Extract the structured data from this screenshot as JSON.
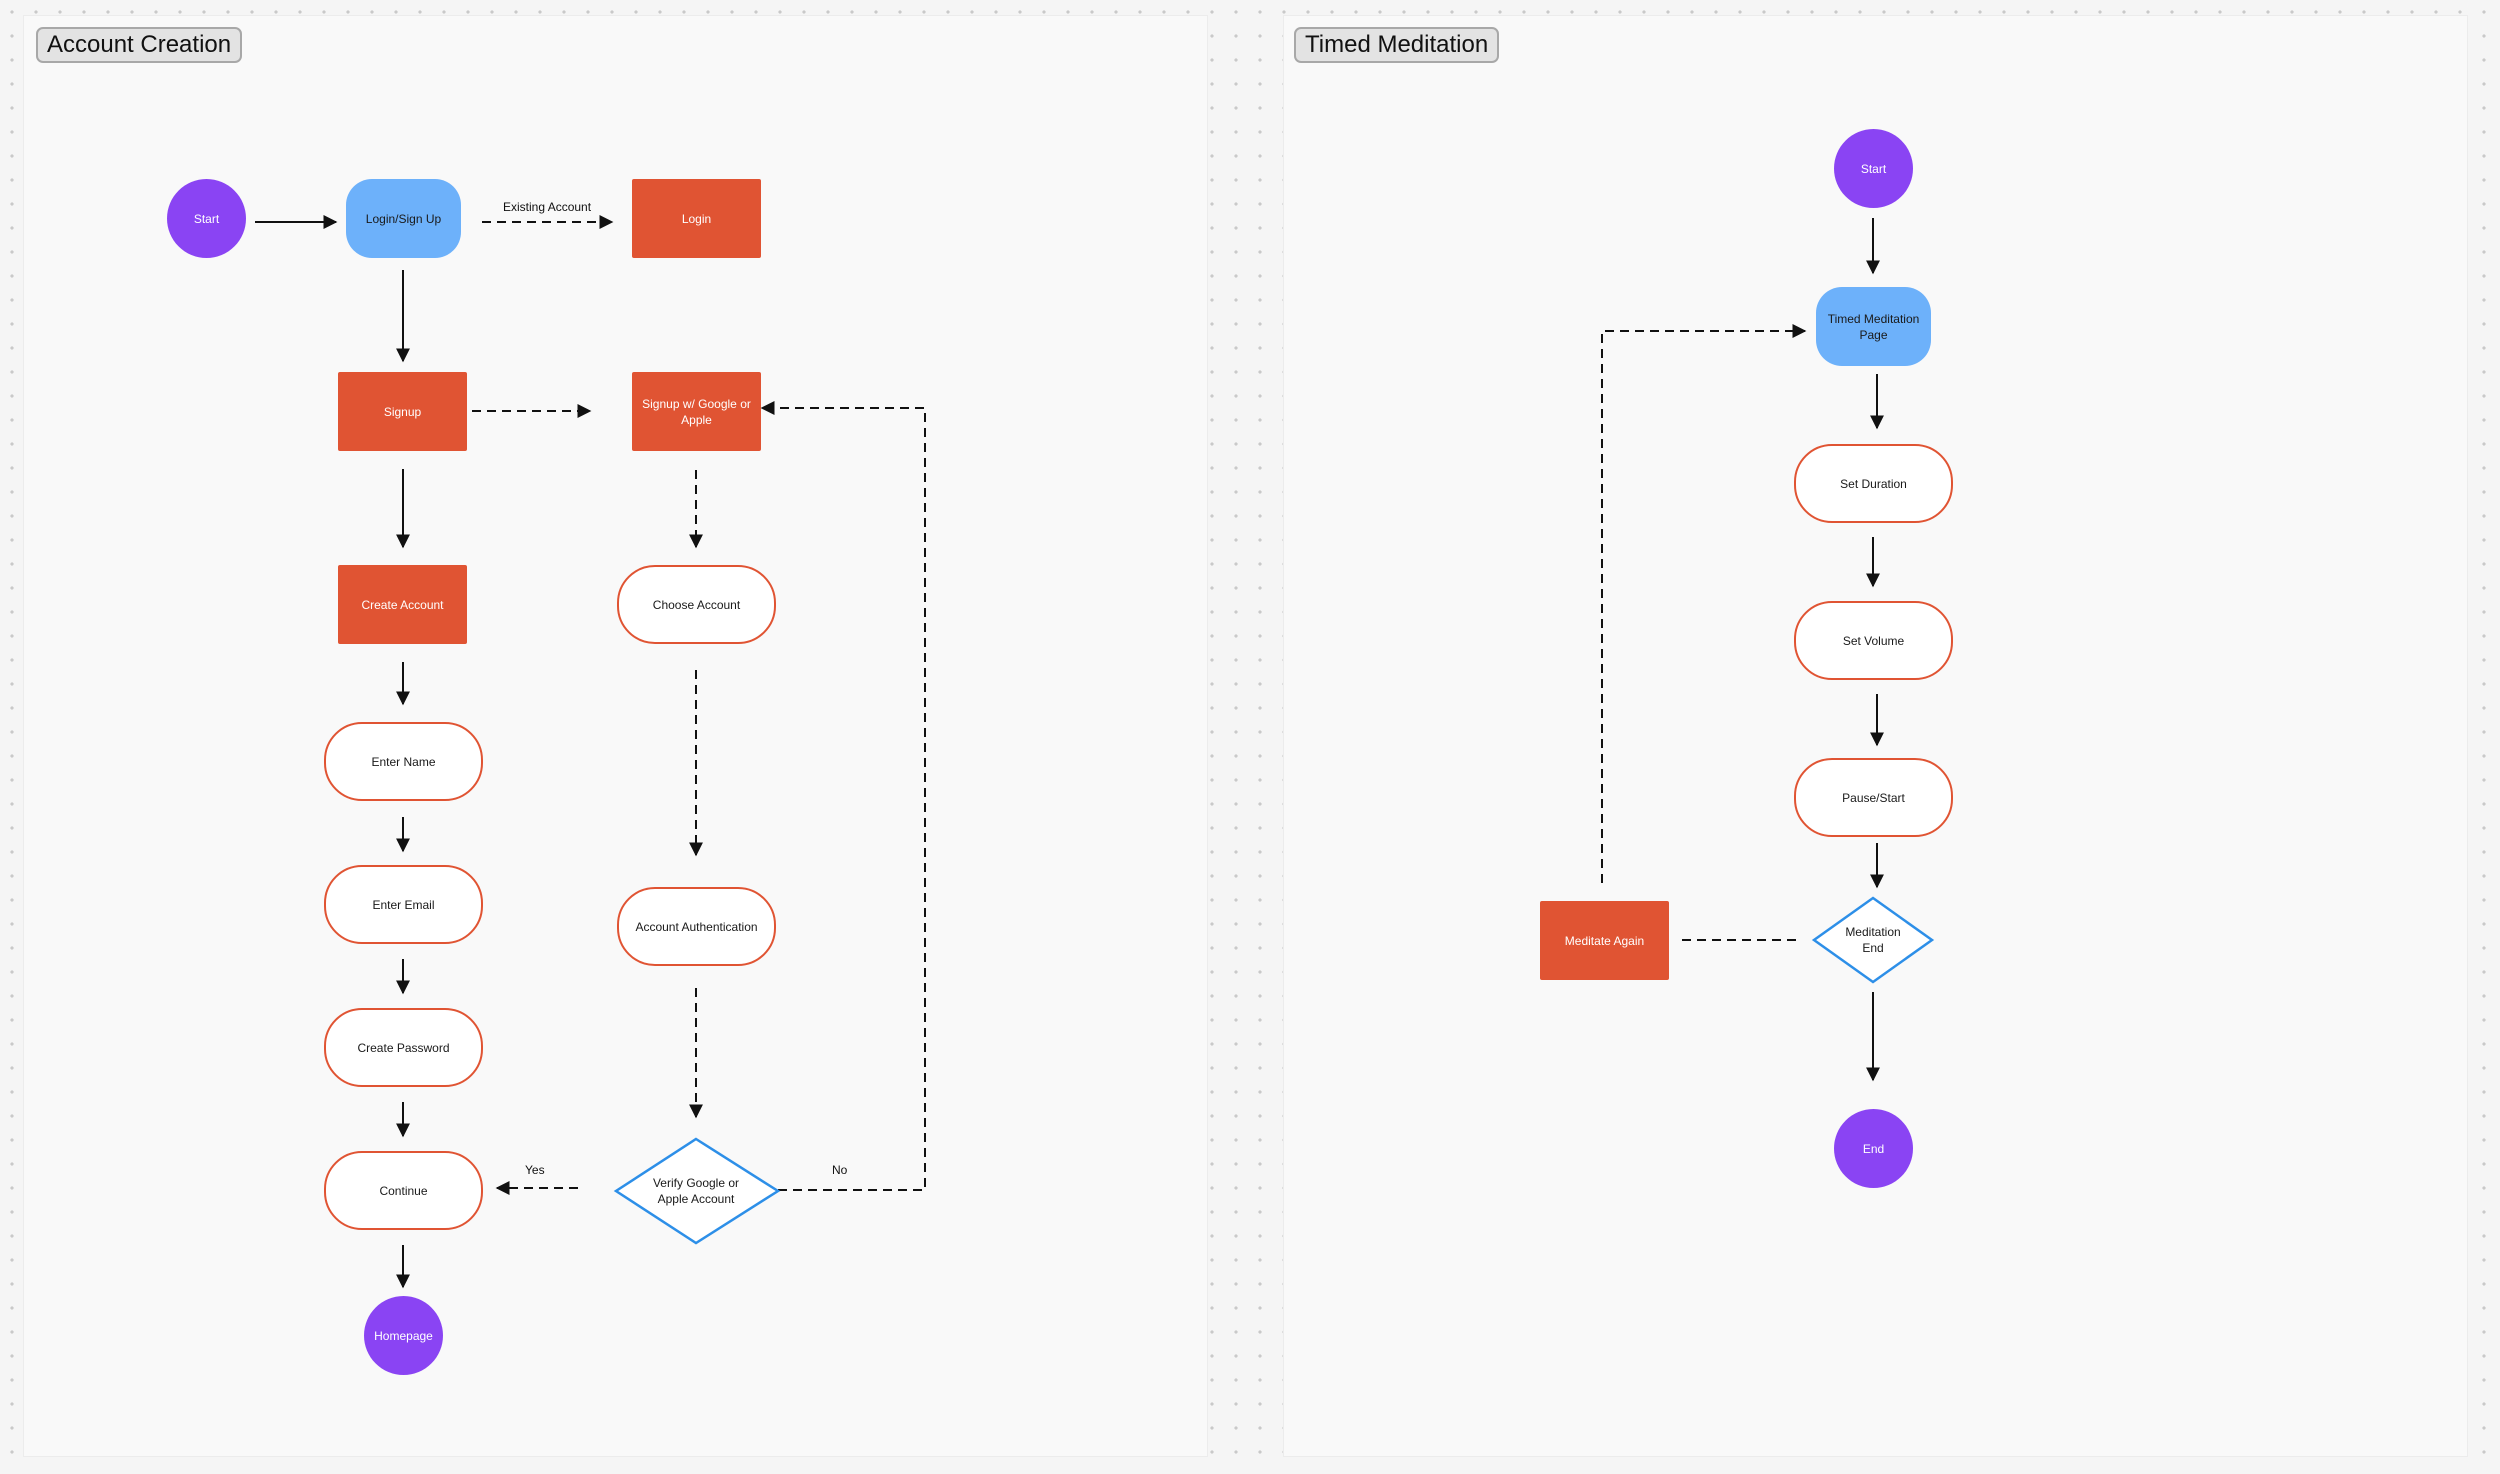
{
  "frames": {
    "account": {
      "label": "Account Creation"
    },
    "meditation": {
      "label": "Timed Meditation"
    }
  },
  "colors": {
    "terminal": "#8a44f3",
    "page": "#6db1fa",
    "action": "#e05433",
    "step_border": "#e05433",
    "decision_border": "#2d8fe8"
  },
  "account_flow": {
    "nodes": {
      "start": "Start",
      "login_signup": "Login/Sign Up",
      "login": "Login",
      "signup": "Signup",
      "signup_google_apple": "Signup w/ Google or Apple",
      "create_account": "Create Account",
      "choose_account": "Choose Account",
      "enter_name": "Enter Name",
      "enter_email": "Enter Email",
      "account_authentication": "Account Authentication",
      "create_password": "Create Password",
      "continue": "Continue",
      "verify_account": "Verify Google or Apple Account",
      "homepage": "Homepage"
    },
    "edge_labels": {
      "existing_account": "Existing Account",
      "yes": "Yes",
      "no": "No"
    }
  },
  "meditation_flow": {
    "nodes": {
      "start": "Start",
      "timed_meditation_page": "Timed Meditation Page",
      "set_duration": "Set Duration",
      "set_volume": "Set Volume",
      "pause_start": "Pause/Start",
      "meditation_end": "Meditation End",
      "meditate_again": "Meditate Again",
      "end": "End"
    }
  }
}
